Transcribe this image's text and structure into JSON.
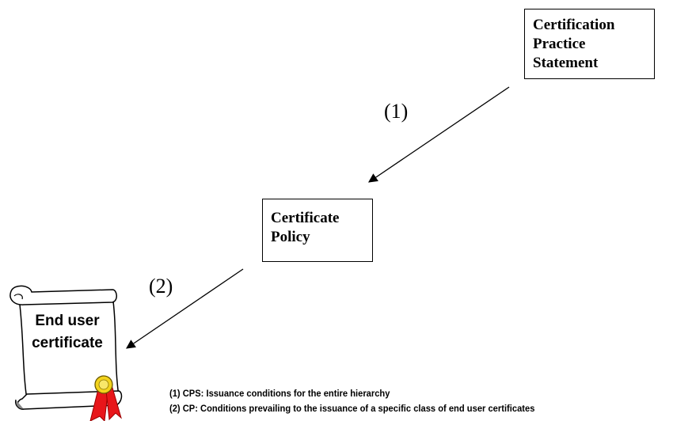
{
  "cps_box": {
    "lines": [
      "Certification",
      "Practice",
      "Statement"
    ]
  },
  "cp_box": {
    "lines": [
      "Certificate",
      "Policy"
    ]
  },
  "steps": {
    "one": "(1)",
    "two": "(2)"
  },
  "certificate": {
    "lines": [
      "End user",
      "certificate"
    ]
  },
  "legend": [
    "(1) CPS: Issuance conditions for the entire hierarchy",
    "(2) CP: Conditions prevailing to the issuance of a specific class of end user certificates"
  ]
}
